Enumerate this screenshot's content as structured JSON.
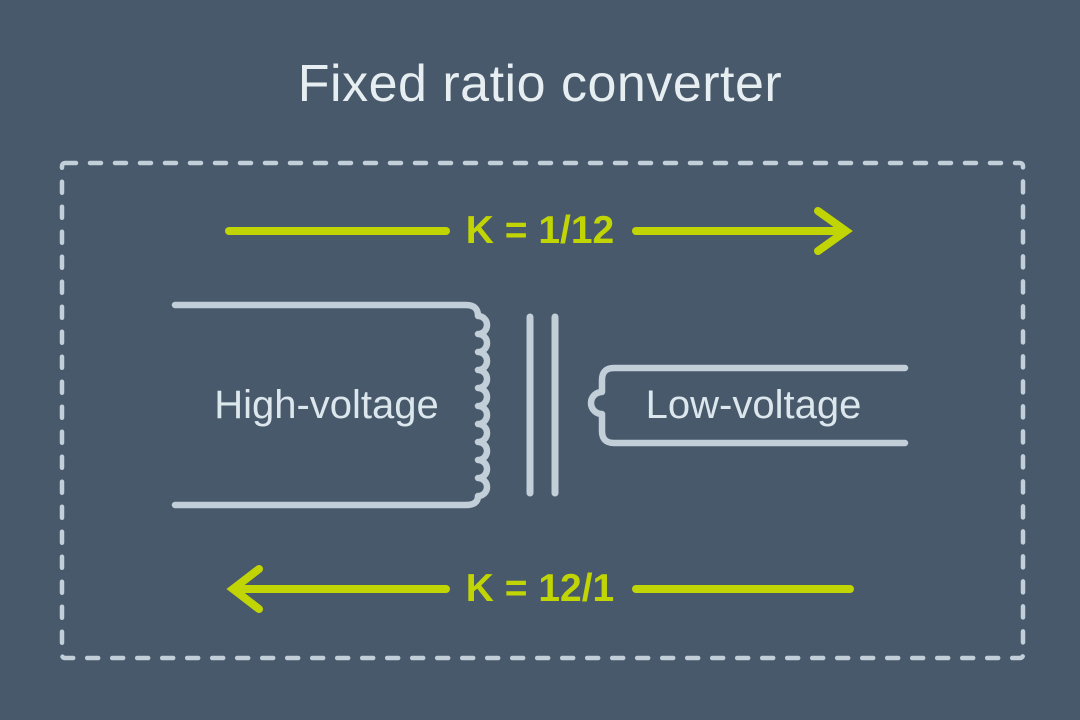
{
  "title": "Fixed ratio converter",
  "colors": {
    "background": "#47596a",
    "line": "#c2cfd9",
    "title_text": "#e7eef2",
    "label_text": "#dce7ed",
    "accent": "#c1d404"
  },
  "diagram": {
    "top_arrow": {
      "label": "K = 1/12",
      "direction": "right"
    },
    "bottom_arrow": {
      "label": "K = 12/1",
      "direction": "left"
    },
    "transformer": {
      "primary_label": "High-voltage",
      "secondary_label": "Low-voltage"
    }
  }
}
